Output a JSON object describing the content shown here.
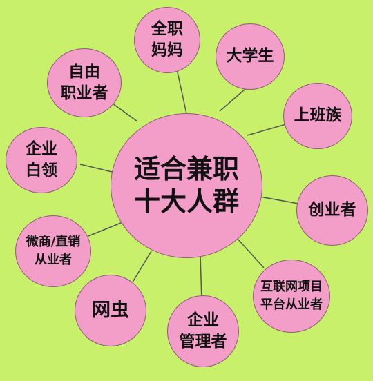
{
  "center": {
    "label": "适合兼职\n十大人群"
  },
  "nodes": [
    {
      "id": "full-time-moms",
      "label": "全职\n妈妈"
    },
    {
      "id": "college-students",
      "label": "大学生"
    },
    {
      "id": "office-workers",
      "label": "上班族"
    },
    {
      "id": "entrepreneurs",
      "label": "创业者"
    },
    {
      "id": "internet-platform-workers",
      "label": "互联网项目\n平台从业者"
    },
    {
      "id": "enterprise-managers",
      "label": "企业\n管理者"
    },
    {
      "id": "internet-addicts",
      "label": "网虫"
    },
    {
      "id": "wechat-ecommerce-workers",
      "label": "微商/直销\n从业者"
    },
    {
      "id": "white-collar",
      "label": "企业\n白领"
    },
    {
      "id": "freelancers",
      "label": "自由\n职业者"
    }
  ],
  "colors": {
    "background": "#c8f06a",
    "bubble_fill": "#f29ec9",
    "connector_line": "#555555"
  }
}
